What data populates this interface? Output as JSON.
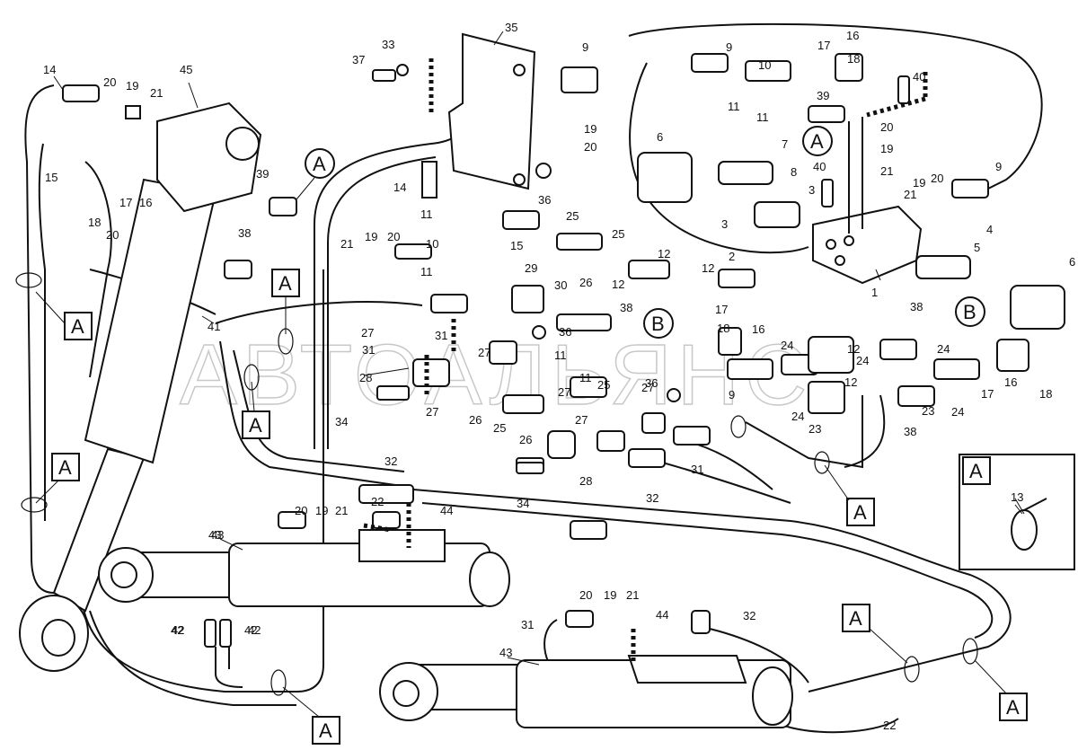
{
  "watermark": "АВТОАЛЬЯНС",
  "part_numbers": [
    "1",
    "2",
    "3",
    "4",
    "5",
    "6",
    "7",
    "8",
    "9",
    "10",
    "11",
    "12",
    "13",
    "14",
    "15",
    "16",
    "17",
    "18",
    "19",
    "20",
    "21",
    "22",
    "23",
    "24",
    "25",
    "26",
    "27",
    "28",
    "29",
    "30",
    "31",
    "32",
    "33",
    "34",
    "35",
    "36",
    "37",
    "38",
    "39",
    "40",
    "41",
    "42",
    "43",
    "44",
    "45"
  ],
  "view_tags": [
    "A",
    "B"
  ],
  "detail_box": {
    "tag": "A",
    "part": "13"
  }
}
